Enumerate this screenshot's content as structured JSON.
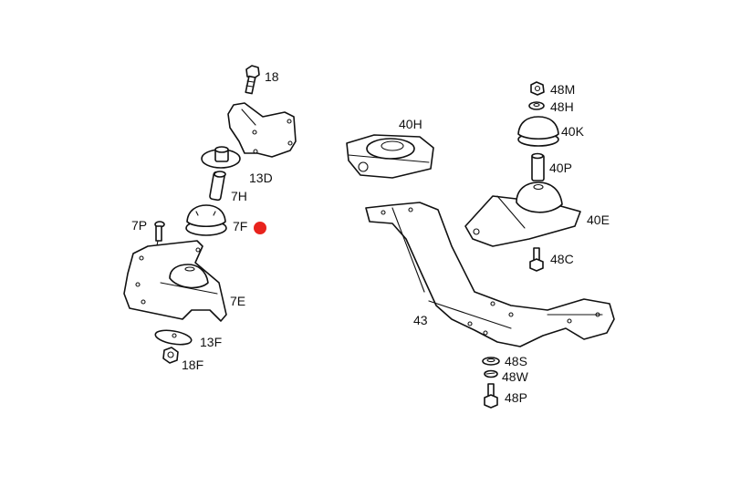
{
  "diagram": {
    "title": "Engine and transmission mount exploded view",
    "accent_color": "#e8231d",
    "selected_part": "7F",
    "labels": {
      "p18": "18",
      "p13D": "13D",
      "p7H": "7H",
      "p7F": "7F",
      "p7P": "7P",
      "p7E": "7E",
      "p13F": "13F",
      "p18F": "18F",
      "p40H": "40H",
      "p48M": "48M",
      "p48H": "48H",
      "p40K": "40K",
      "p40P": "40P",
      "p40E": "40E",
      "p48C": "48C",
      "p43": "43",
      "p48S": "48S",
      "p48W": "48W",
      "p48P": "48P"
    }
  }
}
